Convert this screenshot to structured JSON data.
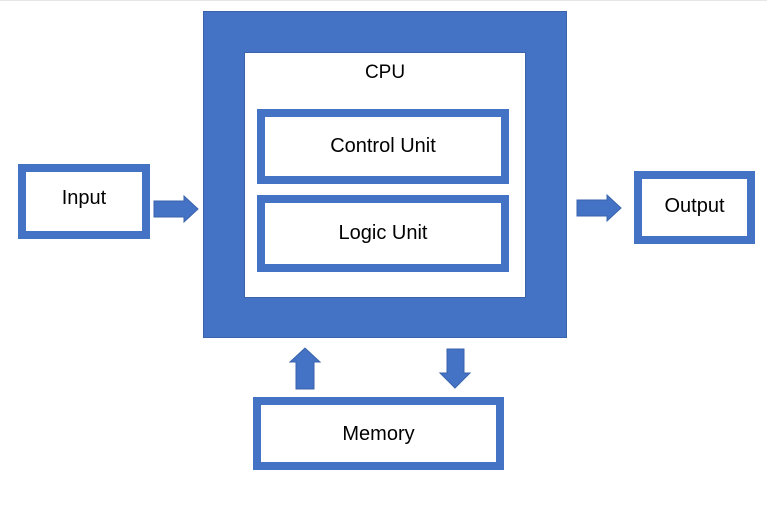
{
  "diagram": {
    "cpu_label": "CPU",
    "control_unit_label": "Control Unit",
    "logic_unit_label": "Logic Unit",
    "input_label": "Input",
    "output_label": "Output",
    "memory_label": "Memory",
    "accent_color": "#4472c4"
  }
}
